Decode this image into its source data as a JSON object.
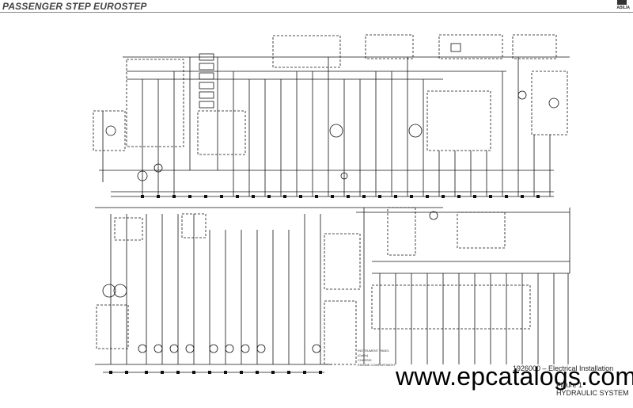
{
  "header": {
    "title": "PASSENGER STEP EUROSTEP",
    "brand": "ABILIA"
  },
  "diagram": {
    "caption_install": "1926000 – Electrical Installation",
    "figure": "Figure 1",
    "system": "HYDRAULIC SYSTEM"
  },
  "watermark": "www.epcatalogs.com",
  "legend": [
    "INSTRUMENT PANEL",
    "(Cabin)",
    "CHASSIS",
    "ENGINE COMPARTMENT"
  ]
}
